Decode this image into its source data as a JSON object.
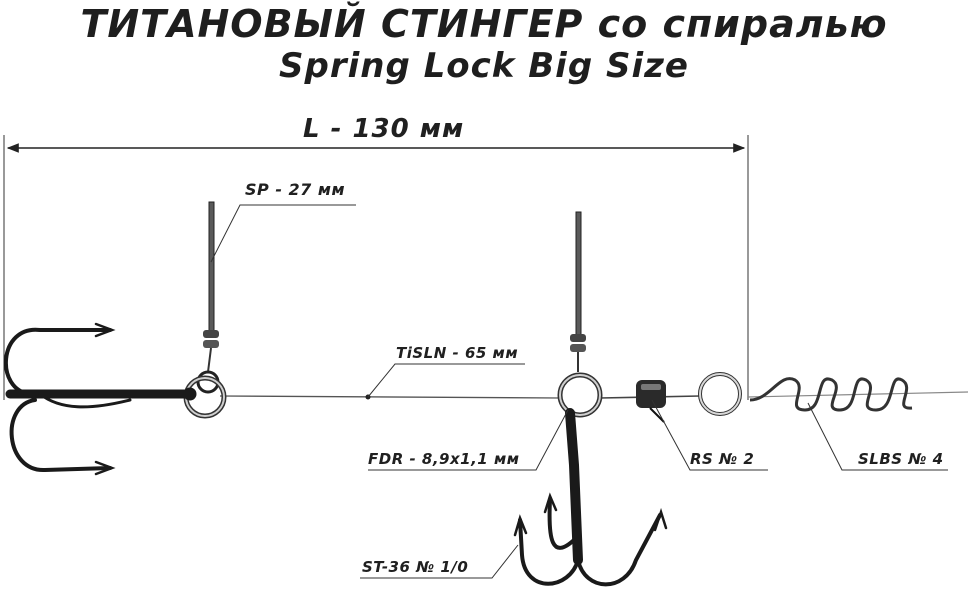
{
  "title_line1": "ТИТАНОВЫЙ СТИНГЕР со спиралью",
  "title_line2": "Spring Lock Big Size",
  "length_label": "L - 130 мм",
  "labels": {
    "sp": "SP - 27 мм",
    "tisln": "TiSLN - 65 мм",
    "fdr": "FDR - 8,9x1,1 мм",
    "rs": "RS № 2",
    "slbs": "SLBS № 4",
    "st": "ST-36 № 1/0"
  }
}
